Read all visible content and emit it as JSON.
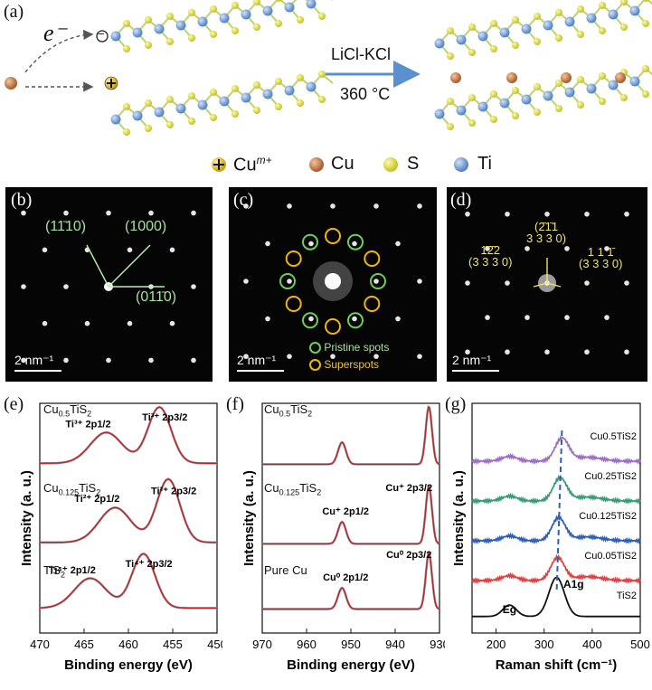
{
  "panel_a": {
    "label": "(a)",
    "electron": "e⁻",
    "minus_sign": "−",
    "process_reagent": "LiCl-KCl",
    "process_temp": "360 °C",
    "legend": [
      {
        "key": "cu_ion",
        "label": "Cu",
        "sup": "m+",
        "color": "#d4b000"
      },
      {
        "key": "cu",
        "label": "Cu",
        "color": "#b8682e"
      },
      {
        "key": "s",
        "label": "S",
        "color": "#d9d62a"
      },
      {
        "key": "ti",
        "label": "Ti",
        "color": "#5d8fcf"
      }
    ]
  },
  "panel_b": {
    "label": "(b)",
    "scale": "2 nm⁻¹",
    "ann": [
      "(11̄10)",
      "(1000)",
      "(011̄0)"
    ]
  },
  "panel_c": {
    "label": "(c)",
    "scale": "2 nm⁻¹",
    "legend": [
      "Pristine spots",
      "Superspots"
    ]
  },
  "panel_d": {
    "label": "(d)",
    "scale": "2 nm⁻¹"
  },
  "chart_data": [
    {
      "type": "line",
      "panel": "(e)",
      "xlabel": "Binding energy (eV)",
      "ylabel": "Intensity (a. u.)",
      "xlim": [
        470,
        450
      ],
      "xticks": [
        470,
        465,
        460,
        455,
        450
      ],
      "series": [
        {
          "name": "Cu0.5TiS2",
          "peaks": [
            {
              "label": "Ti³⁺ 2p1/2",
              "x": 462.5
            },
            {
              "label": "Ti³⁺ 2p3/2",
              "x": 456.5
            }
          ]
        },
        {
          "name": "Cu0.125TiS2",
          "peaks": [
            {
              "label": "Ti²⁺ 2p1/2",
              "x": 461.5
            },
            {
              "label": "Ti²⁺ 2p3/2",
              "x": 455.5
            }
          ]
        },
        {
          "name": "TiS2",
          "peaks": [
            {
              "label": "Ti⁴⁺ 2p1/2",
              "x": 464.3
            },
            {
              "label": "Ti⁴⁺ 2p3/2",
              "x": 458.3
            }
          ]
        }
      ]
    },
    {
      "type": "line",
      "panel": "(f)",
      "xlabel": "Binding energy (eV)",
      "ylabel": "Intensity (a. u.)",
      "xlim": [
        970,
        930
      ],
      "xticks": [
        970,
        960,
        950,
        940,
        930
      ],
      "series": [
        {
          "name": "Cu0.5TiS2",
          "peaks": [
            {
              "x": 952
            },
            {
              "x": 932.4
            }
          ]
        },
        {
          "name": "Cu0.125TiS2",
          "peaks": [
            {
              "label": "Cu⁺ 2p1/2",
              "x": 952
            },
            {
              "label": "Cu⁺ 2p3/2",
              "x": 932.4
            }
          ]
        },
        {
          "name": "Pure Cu",
          "peaks": [
            {
              "label": "Cu⁰ 2p1/2",
              "x": 952
            },
            {
              "label": "Cu⁰ 2p3/2",
              "x": 932.4
            }
          ]
        }
      ]
    },
    {
      "type": "line",
      "panel": "(g)",
      "xlabel": "Raman shift (cm⁻¹)",
      "ylabel": "Intensity (a. u.)",
      "xlim": [
        150,
        500
      ],
      "xticks": [
        200,
        300,
        400,
        500
      ],
      "series": [
        {
          "name": "Cu0.5TiS2",
          "color": "#9b6fc4",
          "peak": 337
        },
        {
          "name": "Cu0.25TiS2",
          "color": "#3a9a78",
          "peak": 333
        },
        {
          "name": "Cu0.125TiS2",
          "color": "#2f5fb3",
          "peak": 330
        },
        {
          "name": "Cu0.05TiS2",
          "color": "#e04040",
          "peak": 328
        },
        {
          "name": "TiS2",
          "color": "#111111",
          "peak": 326
        }
      ],
      "annotations": [
        {
          "label": "Eg",
          "x": 228
        },
        {
          "label": "A1g",
          "x": 335
        }
      ]
    }
  ],
  "text": {
    "e_s1": "Cu",
    "e_s1_sub": "0.5",
    "e_s1_tail": "TiS",
    "e_s1_tail_sub": "2",
    "e_s2": "Cu",
    "e_s2_sub": "0.125",
    "e_s2_tail": "TiS",
    "e_s2_tail_sub": "2",
    "e_s3": "TiS",
    "e_s3_sub": "2",
    "f_s1": "Cu",
    "f_s1_sub": "0.5",
    "f_s1_tail": "TiS",
    "f_s1_tail_sub": "2",
    "f_s2": "Cu",
    "f_s2_sub": "0.125",
    "f_s2_tail": "TiS",
    "f_s2_tail_sub": "2",
    "f_s3": "Pure Cu"
  }
}
